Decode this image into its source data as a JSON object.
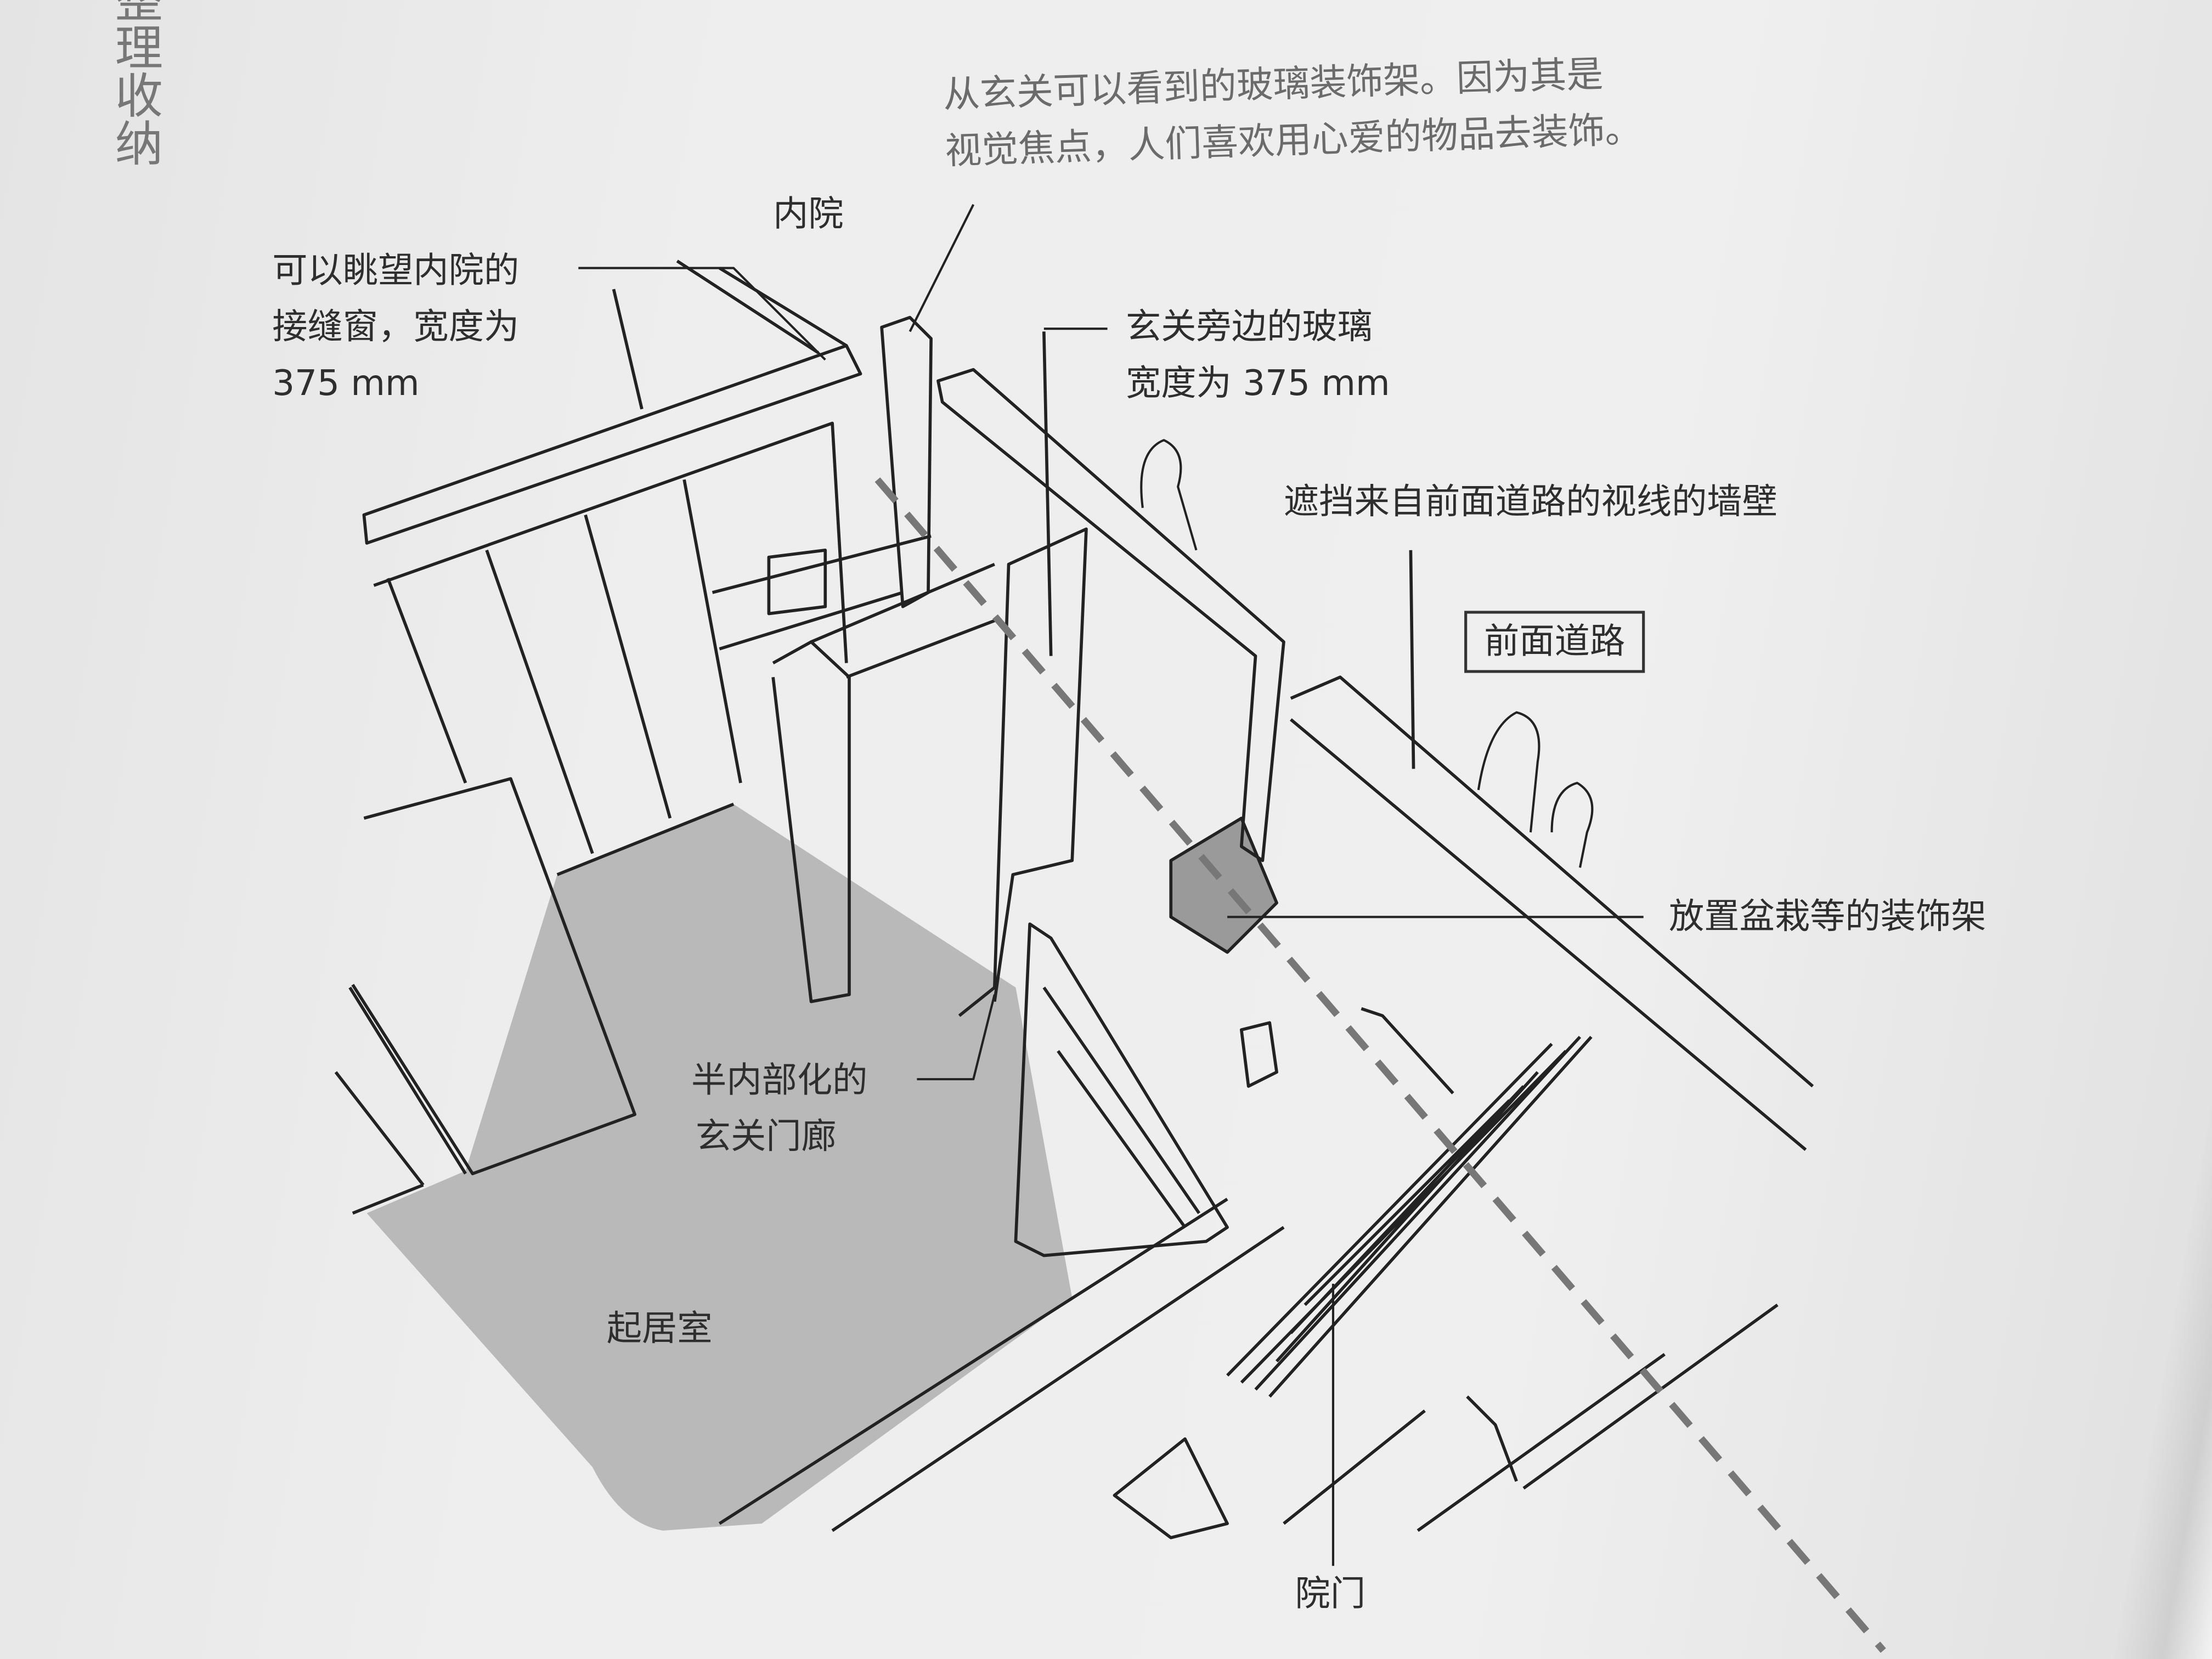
{
  "page_header_vertical": "整理收纳",
  "labels": {
    "courtyard": "内院",
    "slit_window": [
      "可以眺望内院的",
      "接缝窗，宽度为",
      "375 mm"
    ],
    "glass_shelf_note": [
      "从玄关可以看到的玻璃装饰架。因为其是",
      "视觉焦点，人们喜欢用心爱的物品去装饰。"
    ],
    "side_glass": [
      "玄关旁边的玻璃",
      "宽度为 375 mm"
    ],
    "screen_wall": "遮挡来自前面道路的视线的墙壁",
    "front_road": "前面道路",
    "plant_shelf": "放置盆栽等的装饰架",
    "porch": [
      "半内部化的",
      "玄关门廊"
    ],
    "living_room": "起居室",
    "gate": "院门"
  }
}
